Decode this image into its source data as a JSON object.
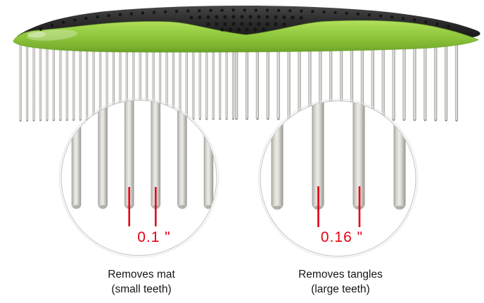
{
  "image": {
    "description_role": "annotated product diagram of a double-row pet grooming comb",
    "background": "#ffffff"
  },
  "comb": {
    "handle_color": "#8cc43a",
    "grip_color": "#2c2c2c",
    "teeth_color": "#d9d7d1",
    "small_teeth": {
      "count": 33
    },
    "large_teeth": {
      "count": 22
    }
  },
  "magnifiers": {
    "small": {
      "measurement": "0.1 \"",
      "caption_line1": "Removes mat",
      "caption_line2": "(small teeth)",
      "teeth_visible": 6
    },
    "large": {
      "measurement": "0.16 \"",
      "caption_line1": "Removes tangles",
      "caption_line2": "(large teeth)",
      "teeth_visible": 4
    }
  },
  "colors": {
    "accent_red": "#e60012",
    "text": "#161616",
    "circle_border": "#c9c9c9"
  }
}
